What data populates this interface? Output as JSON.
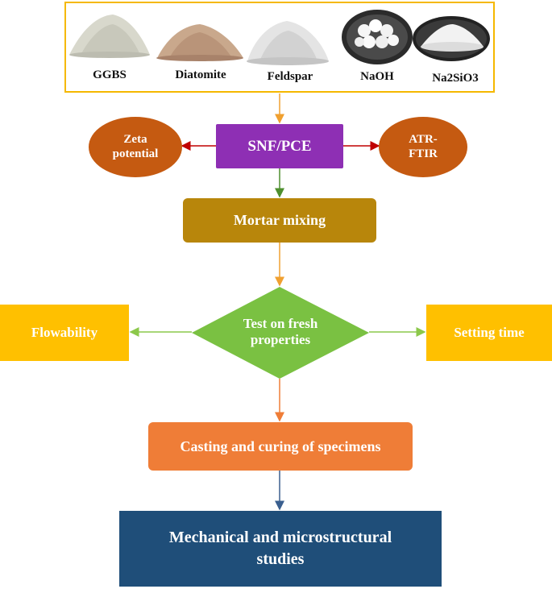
{
  "materials": [
    {
      "label": "GGBS",
      "icon": "ggbs-powder-pile-icon",
      "color": "#d9d9cf"
    },
    {
      "label": "Diatomite",
      "icon": "diatomite-powder-pile-icon",
      "color": "#c6a58a"
    },
    {
      "label": "Feldspar",
      "icon": "feldspar-powder-pile-icon",
      "color": "#e6e6e6"
    },
    {
      "label": "NaOH",
      "icon": "naoh-pellets-dish-icon",
      "color": "#f4f4f4"
    },
    {
      "label": "Na2SiO3",
      "icon": "sodium-silicate-powder-icon",
      "color": "#eeeeee"
    }
  ],
  "nodes": {
    "admixture": "SNF/PCE",
    "zeta": "Zeta potential",
    "atr": "ATR-FTIR",
    "mixing": "Mortar mixing",
    "test": "Test on fresh properties",
    "flow": "Flowability",
    "setting": "Setting time",
    "casting": "Casting and curing of specimens",
    "studies": "Mechanical and microstructural studies"
  },
  "colors": {
    "materials_border": "#f5b800",
    "admixture": "#8e2fb4",
    "ellipse": "#c55a11",
    "mixing": "#b8860b",
    "test": "#7ac142",
    "side_boxes": "#ffc000",
    "casting": "#ef7d37",
    "studies": "#1f4e79"
  }
}
